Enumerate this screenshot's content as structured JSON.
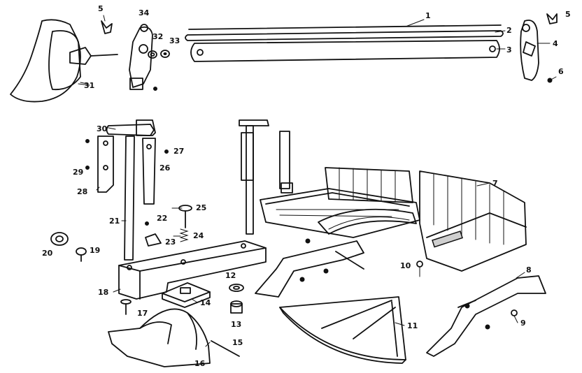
{
  "diagram": {
    "callouts": [
      "1",
      "2",
      "3",
      "4",
      "5",
      "5",
      "6",
      "7",
      "8",
      "9",
      "10",
      "11",
      "12",
      "13",
      "14",
      "15",
      "16",
      "17",
      "18",
      "19",
      "20",
      "21",
      "22",
      "23",
      "24",
      "25",
      "26",
      "27",
      "28",
      "29",
      "30",
      "31",
      "32",
      "33",
      "34"
    ]
  }
}
